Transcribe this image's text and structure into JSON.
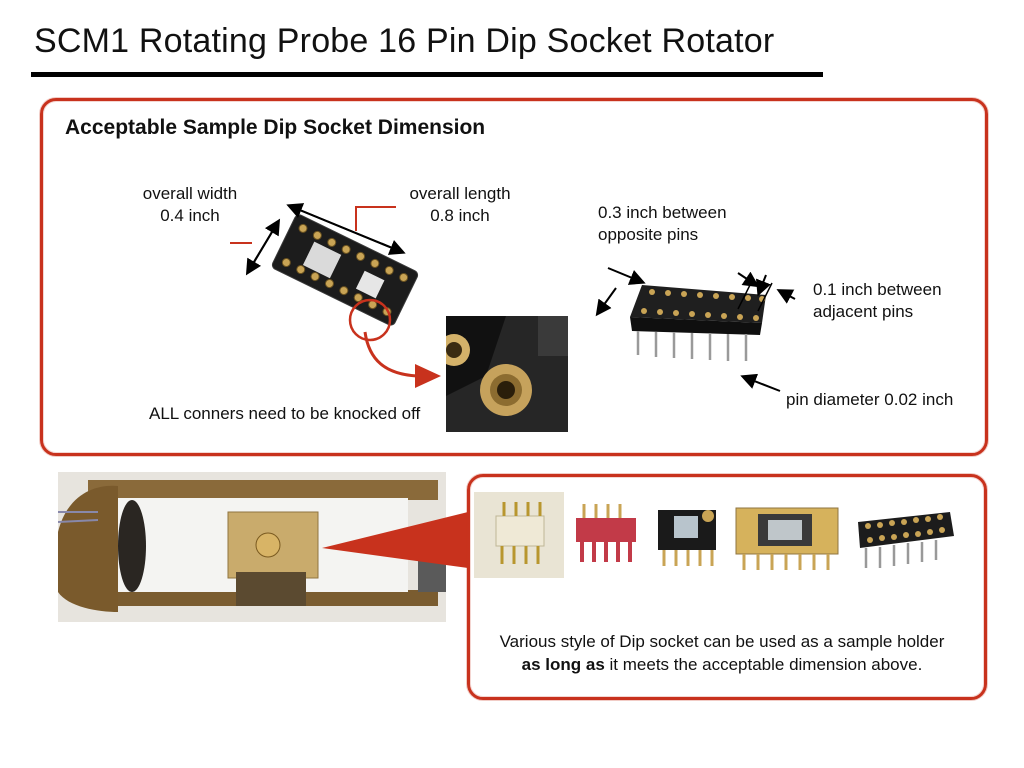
{
  "slide": {
    "title": "SCM1 Rotating Probe 16 Pin Dip Socket Rotator"
  },
  "dimension_panel": {
    "heading": "Acceptable Sample Dip Socket Dimension",
    "overall_width": [
      "overall width",
      "0.4 inch"
    ],
    "overall_length": [
      "overall length",
      "0.8 inch"
    ],
    "corner_note": "ALL conners need to be knocked off",
    "opposite_pins": [
      "0.3 inch between",
      "opposite pins"
    ],
    "adjacent_pins": [
      "0.1 inch between",
      "adjacent pins"
    ],
    "pin_diameter": "pin diameter 0.02 inch"
  },
  "variants_panel": {
    "caption_line1": "Various style of Dip socket can be used as a sample holder",
    "caption_bold": "as long as",
    "caption_rest": " it meets the acceptable dimension above."
  },
  "colors": {
    "accent_red": "#c8321d",
    "title_rule": "#000000"
  }
}
